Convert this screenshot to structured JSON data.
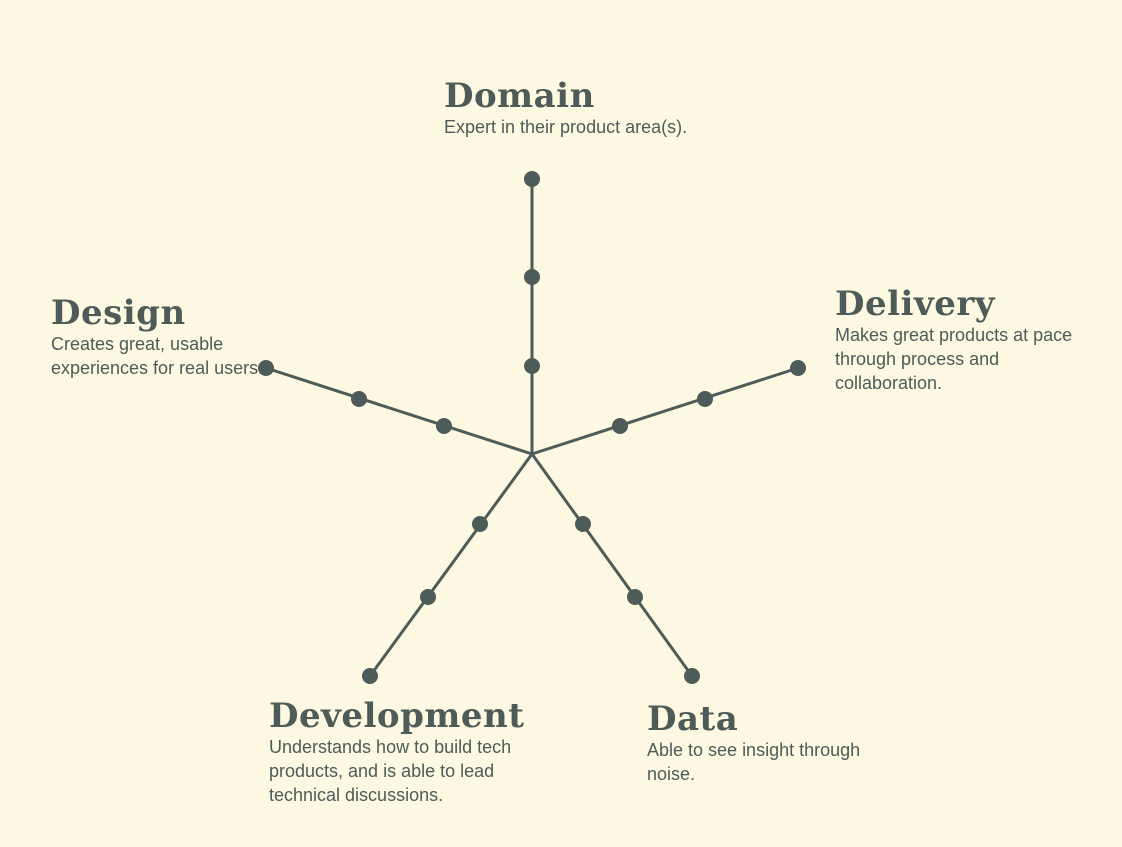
{
  "theme": {
    "background": "#fdf8e1",
    "ink": "#4d5c59"
  },
  "dimensions": [
    {
      "id": "domain",
      "title": "Domain",
      "description": "Expert in their product area(s).",
      "markers": 3
    },
    {
      "id": "delivery",
      "title": "Delivery",
      "description": "Makes great products at pace through process and collaboration.",
      "markers": 3
    },
    {
      "id": "data",
      "title": "Data",
      "description": "Able to see insight through noise.",
      "markers": 3
    },
    {
      "id": "development",
      "title": "Development",
      "description": "Understands how to build tech products, and is able to lead technical discussions.",
      "markers": 3
    },
    {
      "id": "design",
      "title": "Design",
      "description": "Creates great, usable experiences for real users.",
      "markers": 3
    }
  ]
}
